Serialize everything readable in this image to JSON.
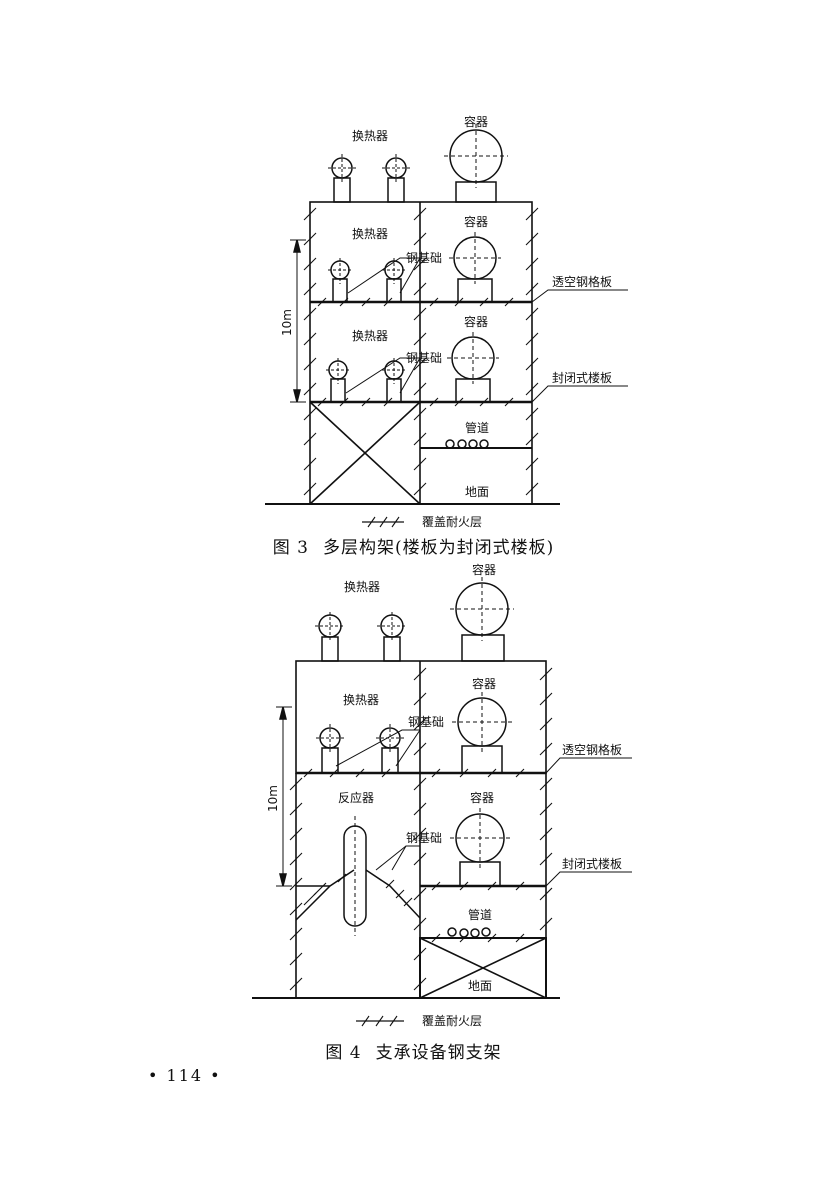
{
  "figure3": {
    "labels": {
      "heat_exchanger_top": "换热器",
      "vessel_top": "容器",
      "heat_exchanger_floor2": "换热器",
      "vessel_floor2": "容器",
      "steel_base_floor2": "钢基础",
      "grating": "透空钢格板",
      "dimension": "10m",
      "heat_exchanger_floor1": "换热器",
      "vessel_floor1": "容器",
      "steel_base_floor1": "钢基础",
      "closed_floor": "封闭式楼板",
      "pipeline": "管道",
      "ground": "地面"
    },
    "legend": "覆盖耐火层",
    "caption_num": "图 3",
    "caption_text": "多层构架(楼板为封闭式楼板)"
  },
  "figure4": {
    "labels": {
      "heat_exchanger_top": "换热器",
      "vessel_top": "容器",
      "heat_exchanger_floor2": "换热器",
      "vessel_floor2": "容器",
      "steel_base_floor2": "钢基础",
      "grating": "透空钢格板",
      "dimension": "10m",
      "reactor": "反应器",
      "vessel_floor1": "容器",
      "steel_base_floor1": "钢基础",
      "closed_floor": "封闭式楼板",
      "pipeline": "管道",
      "ground": "地面"
    },
    "legend": "覆盖耐火层",
    "caption_num": "图 4",
    "caption_text": "支承设备钢支架"
  },
  "page_number": "• 114 •"
}
